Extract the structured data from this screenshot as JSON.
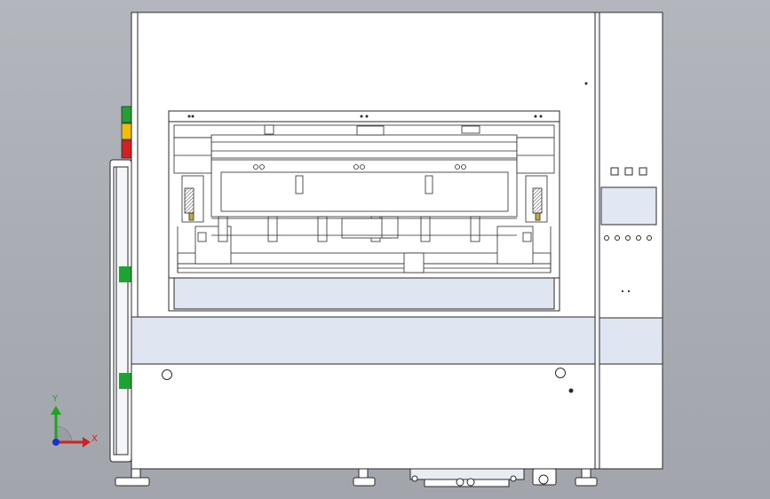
{
  "viewport": {
    "background": "#a9acb3",
    "line_color": "#2a2a2a",
    "panel_color": "#ffffff",
    "shaded_panel": "#dfe6f2"
  },
  "machine": {
    "signal_tower_colors": [
      "#22a033",
      "#f0c000",
      "#d42020"
    ],
    "side_tower_indicator_color": "#22a033",
    "control_panel": {
      "button_count_top": 3,
      "screen_color": "#e2e8f3",
      "knob_count": 5
    }
  },
  "triad": {
    "y_label": "Y",
    "x_label": "X",
    "y_color": "#1fa31f",
    "x_color": "#d42020",
    "z_color": "#1c2fd0"
  }
}
